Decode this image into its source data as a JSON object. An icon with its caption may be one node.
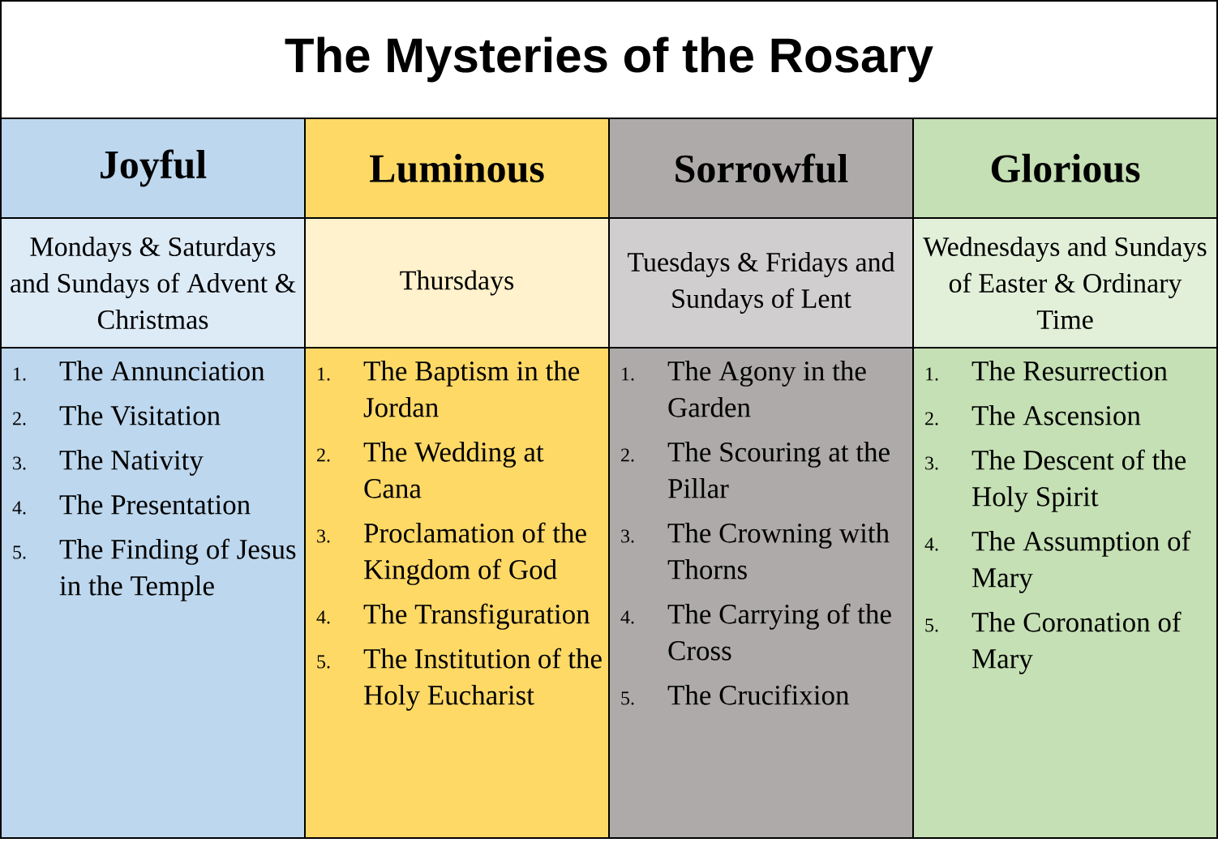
{
  "diagram": {
    "title": "The Mysteries of the Rosary",
    "nodes": [
      {
        "text": [
          "Joyful"
        ]
      },
      {
        "text": [
          "Luminous"
        ]
      },
      {
        "text": [
          "Sorrowful"
        ]
      },
      {
        "text": [
          "Glorious"
        ]
      },
      {
        "text": [
          "Mondays & Saturdays and Sundays of Advent & Christmas"
        ]
      },
      {
        "text": [
          "Thursdays"
        ]
      },
      {
        "text": [
          "Tuesdays & Fridays and Sundays of Lent"
        ]
      },
      {
        "text": [
          "Wednesdays and Sundays of Easter & Ordinary Time"
        ]
      },
      {
        "text": [
          "1.",
          "The Annunciation",
          "2.",
          "The Visitation",
          "3.",
          "The Nativity",
          "4.",
          "The Presentation",
          "5.",
          "The Finding of Jesus in the Temple"
        ]
      },
      {
        "text": [
          "1.",
          "The Baptism in the Jordan",
          "2.",
          "The Wedding at Cana",
          "3.",
          "Proclamation of the Kingdom of God",
          "4.",
          "The Transfiguration",
          "5.",
          "The Institution of the Holy Eucharist"
        ]
      },
      {
        "text": [
          "1.",
          "The Agony in the Garden",
          "2.",
          "The Scouring at the Pillar",
          "3.",
          "The Crowning with Thorns",
          "4.",
          "The Carrying of the Cross",
          "5.",
          "The Crucifixion"
        ]
      },
      {
        "text": [
          "1.",
          "The Resurrection",
          "2.",
          "The Ascension",
          "3.",
          "The Descent of the Holy Spirit",
          "4.",
          "The Assumption of Mary",
          "5.",
          "The Coronation of Mary"
        ]
      }
    ]
  }
}
